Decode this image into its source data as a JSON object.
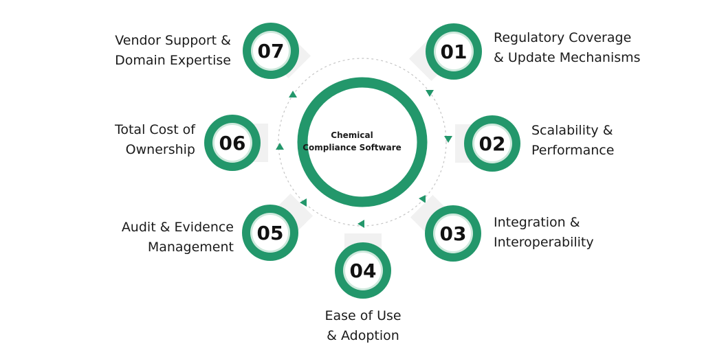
{
  "center": {
    "line1": "Chemical",
    "line2": "Compliance Software"
  },
  "colors": {
    "accent": "#23976b",
    "accent_light": "#cfe9dd",
    "arrow": "#23976b",
    "dash": "#bfbfbf"
  },
  "steps": [
    {
      "number": "01",
      "line1": "Regulatory Coverage",
      "line2": "& Update Mechanisms"
    },
    {
      "number": "02",
      "line1": "Scalability &",
      "line2": "Performance"
    },
    {
      "number": "03",
      "line1": "Integration &",
      "line2": "Interoperability"
    },
    {
      "number": "04",
      "line1": "Ease of Use",
      "line2": "& Adoption"
    },
    {
      "number": "05",
      "line1": "Audit & Evidence",
      "line2": "Management"
    },
    {
      "number": "06",
      "line1": "Total Cost of",
      "line2": "Ownership"
    },
    {
      "number": "07",
      "line1": "Vendor Support &",
      "line2": "Domain Expertise"
    }
  ]
}
